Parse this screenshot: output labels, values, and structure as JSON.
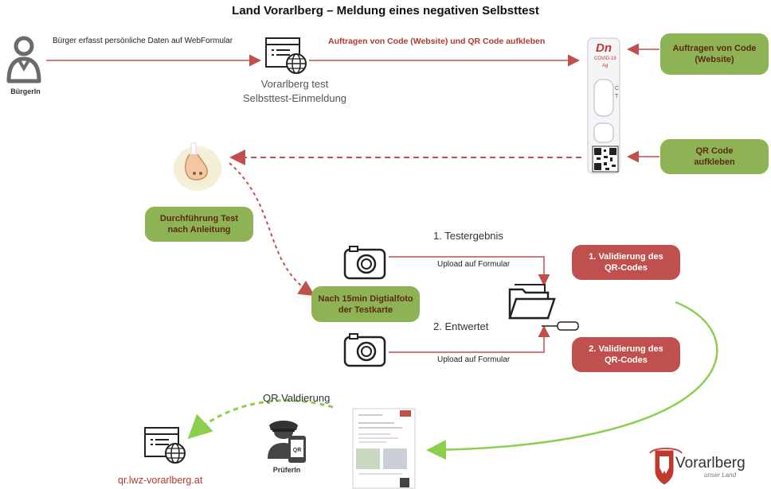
{
  "title": "Land Vorarlberg – Meldung eines negativen Selbsttest",
  "actors": {
    "citizen": "BürgerIn",
    "inspector": "PrüferIn"
  },
  "labels": {
    "web_form": "Bürger erfasst persönliche Daten auf WebFormular",
    "apply_codes": "Auftragen von Code (Website) und QR Code aufkleben",
    "portal_line1": "Vorarlberg test",
    "portal_line2": "Selbsttest-Einmeldung",
    "step1": "1. Testergebnis",
    "step2": "2. Entwertet",
    "upload1": "Upload auf Formular",
    "upload2": "Upload auf Formular",
    "qr_validation": "QR Valdierung",
    "url": "qr.lwz-vorarlberg.at"
  },
  "boxes": {
    "apply_code": "Auftragen von Code\n(Website)",
    "qr_sticker": "QR Code\naufkleben",
    "perform_test": "Durchführung Test\nnach Anleitung",
    "photo": "Nach 15min Digtialfoto\nder Testkarte",
    "validation1": "1. Validierung des\nQR-Codes",
    "validation2": "2. Validierung des\nQR-Codes"
  },
  "logo": {
    "name": "Vorarlberg",
    "tagline": "unser Land"
  },
  "test_card": {
    "brand": "Dn",
    "line1": "COVID-19",
    "line2": "Ag",
    "c": "C",
    "t": "T"
  },
  "colors": {
    "arrow_red": "#c0504d",
    "green": "#8db355",
    "green_text": "#5b2a14",
    "red_box": "#c0504d",
    "green_arrow": "#8ccf4d"
  }
}
